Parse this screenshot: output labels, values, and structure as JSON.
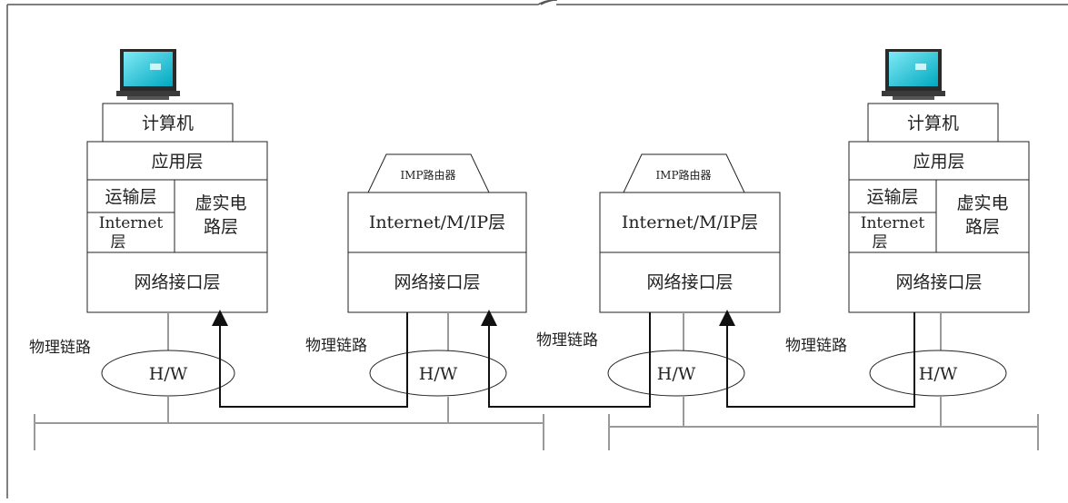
{
  "computer_label": "计算机",
  "application_layer": "应用层",
  "transport_layer": "运输层",
  "internet_layer": [
    "Internet",
    "层"
  ],
  "virtual_circuit_layer": [
    "虚实电",
    "路层"
  ],
  "network_interface_layer": "网络接口层",
  "router_label": "IMP路由器",
  "router_layer": "Internet/M/IP层",
  "physical_link": "物理链路",
  "hardware": "H/W",
  "colors": {
    "monitor_screen": "#00b4c8",
    "monitor_body": "#2a2a2a",
    "line": "#222222",
    "bus": "#9a9a9a"
  }
}
